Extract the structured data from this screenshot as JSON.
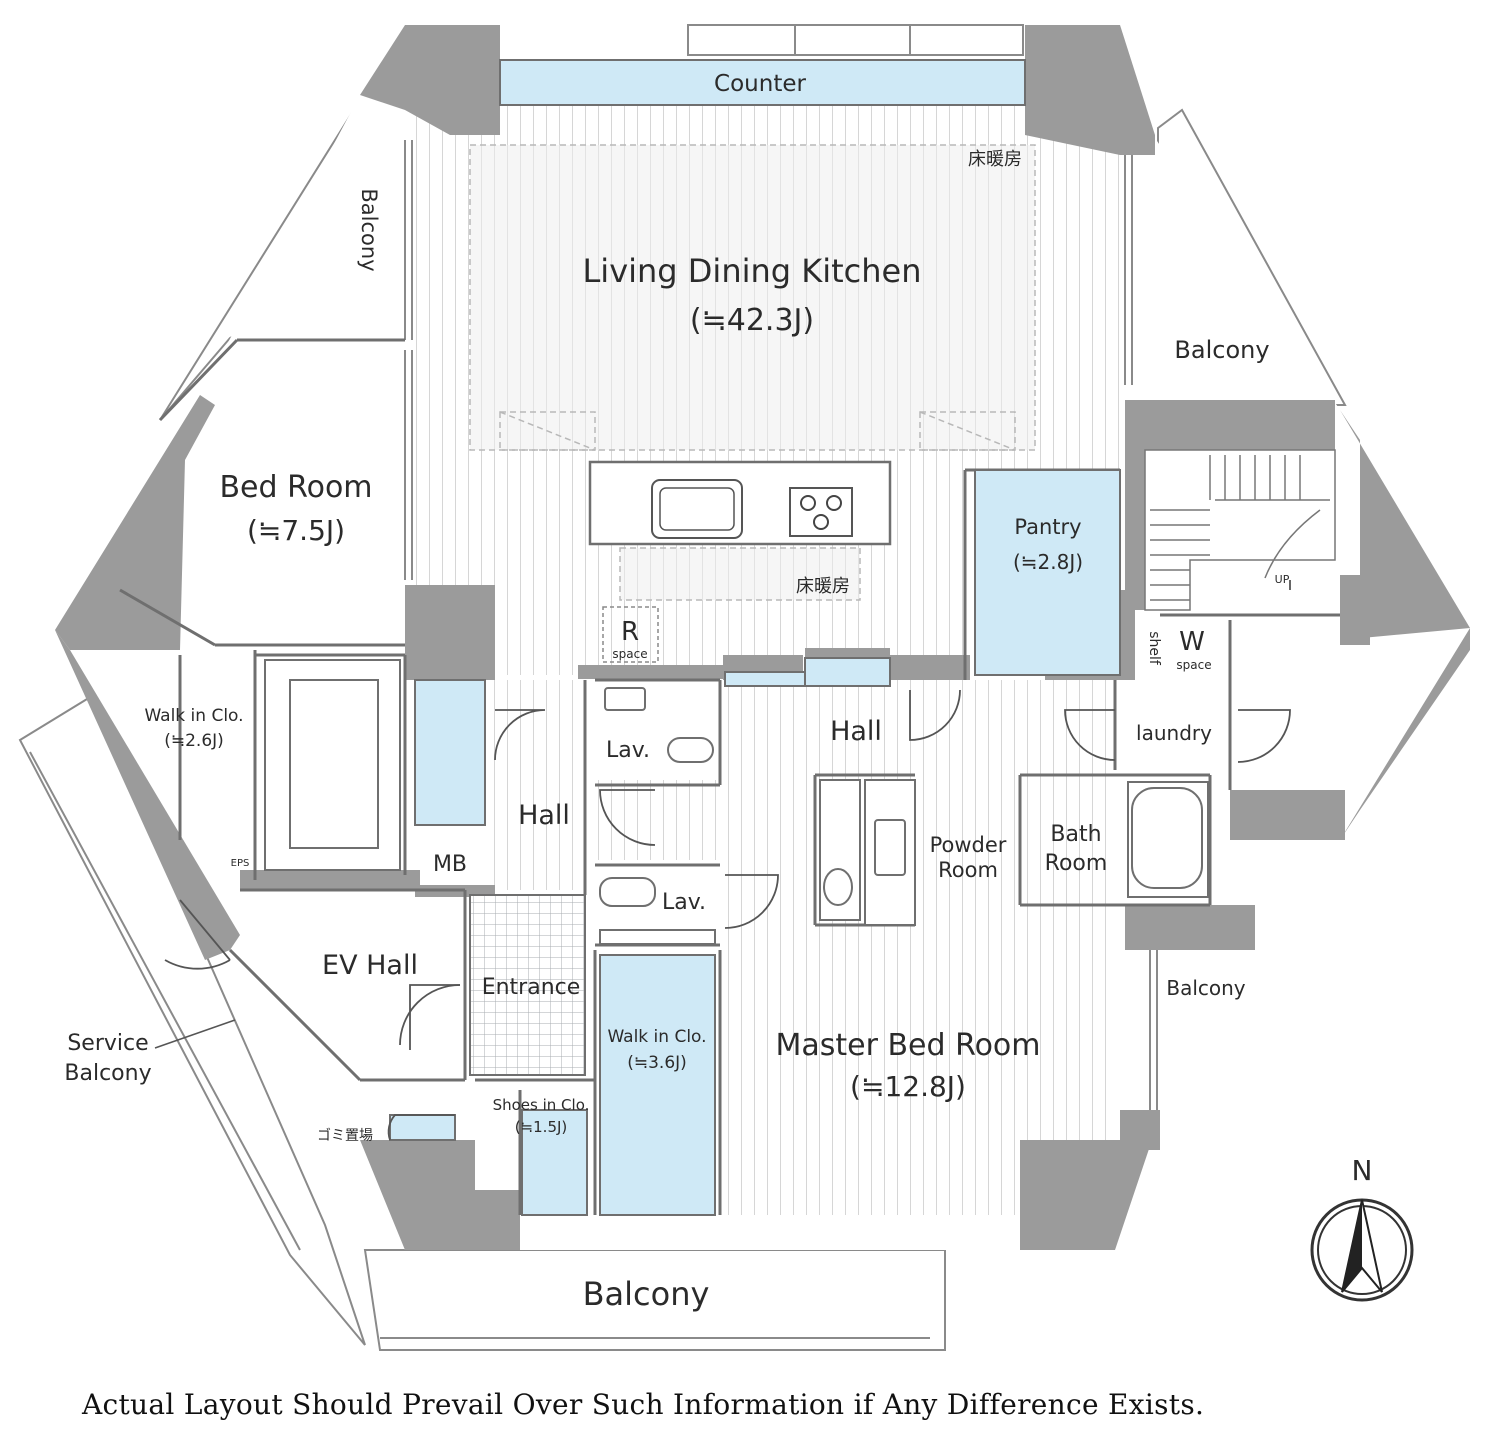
{
  "colors": {
    "wall": "#9a9a9a",
    "wet_area": "#cfe9f6",
    "floor_stripe": "#d8d8d8",
    "heating_zone": "#ececec",
    "tile_grid": "#9fa4a8"
  },
  "rooms": {
    "counter": "Counter",
    "floor_heat_top": "床暖房",
    "living": "Living  Dining Kitchen",
    "living_area": "(≒42.3J)",
    "floor_heat_mid": "床暖房",
    "balcony_nw": "Balcony",
    "balcony_ne": "Balcony",
    "bedroom": "Bed Room",
    "bedroom_area": "(≒7.5J)",
    "pantry": "Pantry",
    "pantry_area": "(≒2.8J)",
    "r_space_letter": "R",
    "r_space_word": "space",
    "up_label": "UP",
    "shelf": "shelf",
    "w_space_letter": "W",
    "w_space_word": "space",
    "walk_in_w": "Walk in Clo.",
    "walk_in_w_area": "(≒2.6J)",
    "lav_top": "Lav.",
    "hall_upper": "Hall",
    "hall_left": "Hall",
    "laundry": "laundry",
    "powder_line1": "Powder",
    "powder_line2": "Room",
    "bath_line1": "Bath",
    "bath_line2": "Room",
    "eps": "EPS",
    "mb": "MB",
    "lav_bottom": "Lav.",
    "ev_hall": "EV  Hall",
    "entrance": "Entrance",
    "balcony_e": "Balcony",
    "service_line1": "Service",
    "service_line2": "Balcony",
    "walk_in_c": "Walk in Clo.",
    "walk_in_c_area": "(≒3.6J)",
    "master": "Master Bed Room",
    "master_area": "(≒12.8J)",
    "shoes_clo": "Shoes in Clo.",
    "shoes_clo_area": "(≒1.5J)",
    "garbage": "ゴミ置場",
    "balcony_s": "Balcony"
  },
  "compass": {
    "north": "N"
  },
  "footer": "Actual Layout Should Prevail Over Such Information if Any Difference Exists."
}
